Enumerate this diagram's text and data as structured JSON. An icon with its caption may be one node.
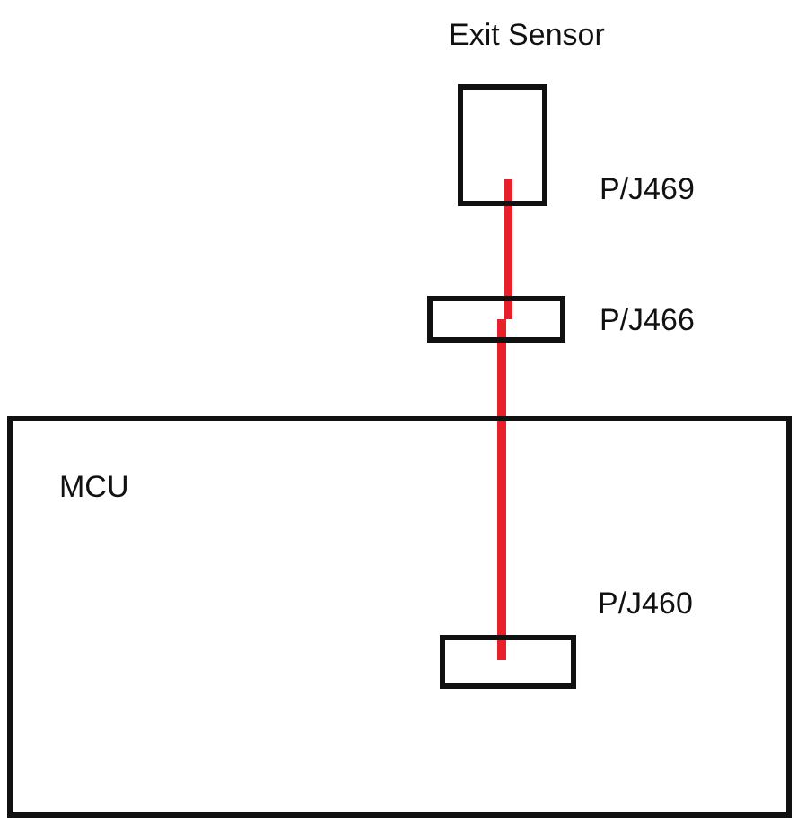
{
  "diagram": {
    "nodes": [
      {
        "text": [
          "Exit Sensor"
        ],
        "beside": [
          "P/J469"
        ]
      },
      {
        "text": [],
        "shape": "box",
        "beside": [
          "P/J466"
        ]
      },
      {
        "text": [
          "MCU"
        ]
      },
      {
        "text": [],
        "shape": "box",
        "in": 2,
        "beside": [
          "P/J460"
        ]
      }
    ],
    "edges": [
      {
        "from": 0,
        "to": 1,
        "arrow": "none",
        "color": "#e8202a"
      },
      {
        "from": 1,
        "to": 3,
        "arrow": "none",
        "color": "#e8202a"
      }
    ]
  }
}
